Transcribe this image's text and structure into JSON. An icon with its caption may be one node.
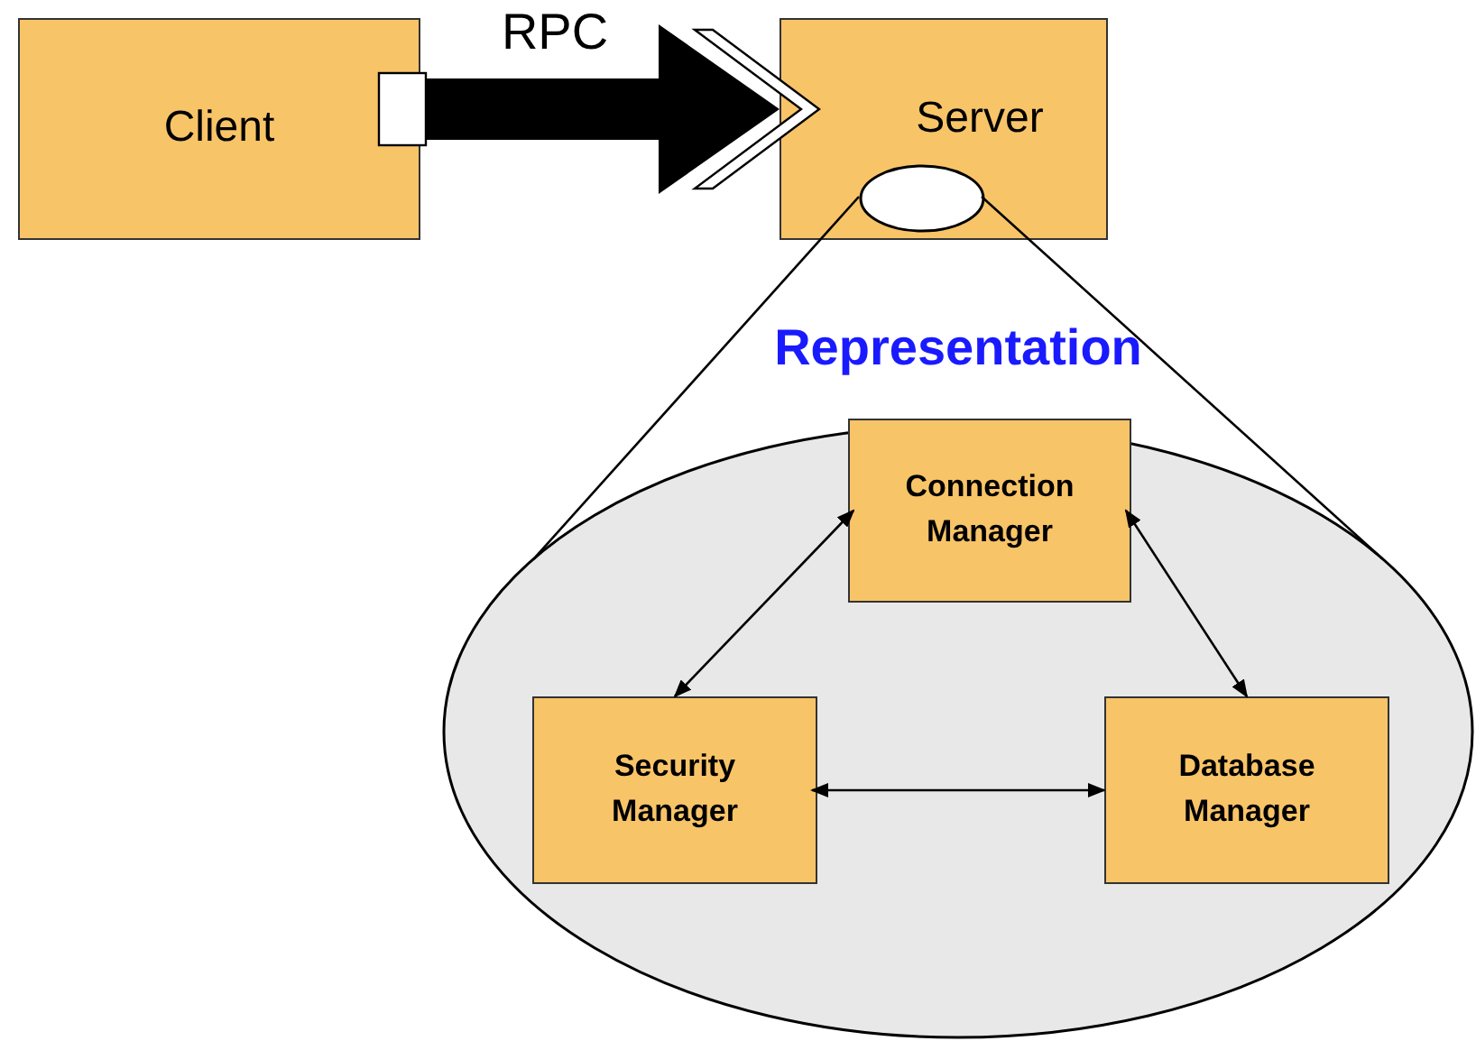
{
  "diagram": {
    "nodes": [
      {
        "text": [
          "Client"
        ]
      },
      {
        "text": [
          "Server"
        ]
      },
      {
        "text": [],
        "shape": "ellipse",
        "in": 1
      },
      {
        "text": [
          "Representation"
        ]
      },
      {
        "text": [
          "Connection Manager"
        ],
        "in": 3
      },
      {
        "text": [
          "Security Manager"
        ],
        "in": 3
      },
      {
        "text": [
          "Database Manager"
        ],
        "in": 3
      }
    ],
    "edges": [
      {
        "from": 0,
        "to": 1,
        "arrow": "to",
        "label": "RPC",
        "style": "thick"
      },
      {
        "from": 2,
        "to": 3,
        "arrow": "none"
      },
      {
        "from": 2,
        "to": 3,
        "arrow": "none"
      },
      {
        "from": 4,
        "to": 5,
        "arrow": "both"
      },
      {
        "from": 4,
        "to": 6,
        "arrow": "both"
      },
      {
        "from": 5,
        "to": 6,
        "arrow": "both"
      }
    ]
  }
}
